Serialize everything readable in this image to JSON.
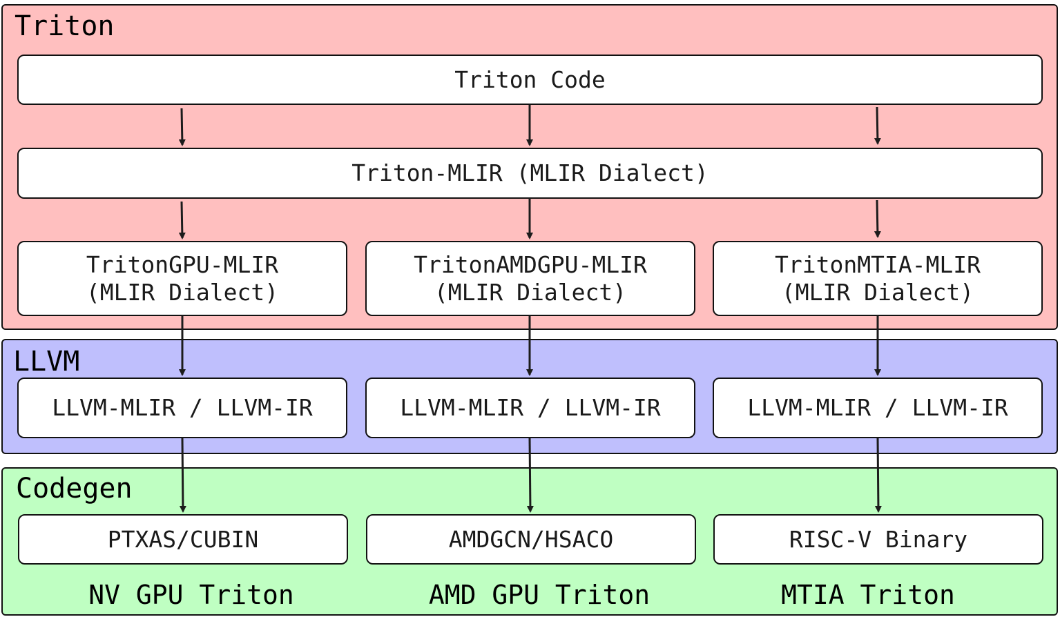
{
  "layers": {
    "triton": {
      "title": "Triton",
      "color": "#ffbfbf",
      "code": "Triton Code",
      "mlir": "Triton-MLIR (MLIR Dialect)",
      "dialects": [
        {
          "name": "TritonGPU-MLIR",
          "sub": "(MLIR Dialect)"
        },
        {
          "name": "TritonAMDGPU-MLIR",
          "sub": "(MLIR Dialect)"
        },
        {
          "name": "TritonMTIA-MLIR",
          "sub": "(MLIR Dialect)"
        }
      ]
    },
    "llvm": {
      "title": "LLVM",
      "color": "#bfbffd",
      "boxes": [
        "LLVM-MLIR / LLVM-IR",
        "LLVM-MLIR / LLVM-IR",
        "LLVM-MLIR / LLVM-IR"
      ]
    },
    "codegen": {
      "title": "Codegen",
      "color": "#bfffc2",
      "boxes": [
        "PTXAS/CUBIN",
        "AMDGCN/HSACO",
        "RISC-V Binary"
      ]
    }
  },
  "backends": [
    "NV GPU Triton",
    "AMD GPU Triton",
    "MTIA Triton"
  ]
}
